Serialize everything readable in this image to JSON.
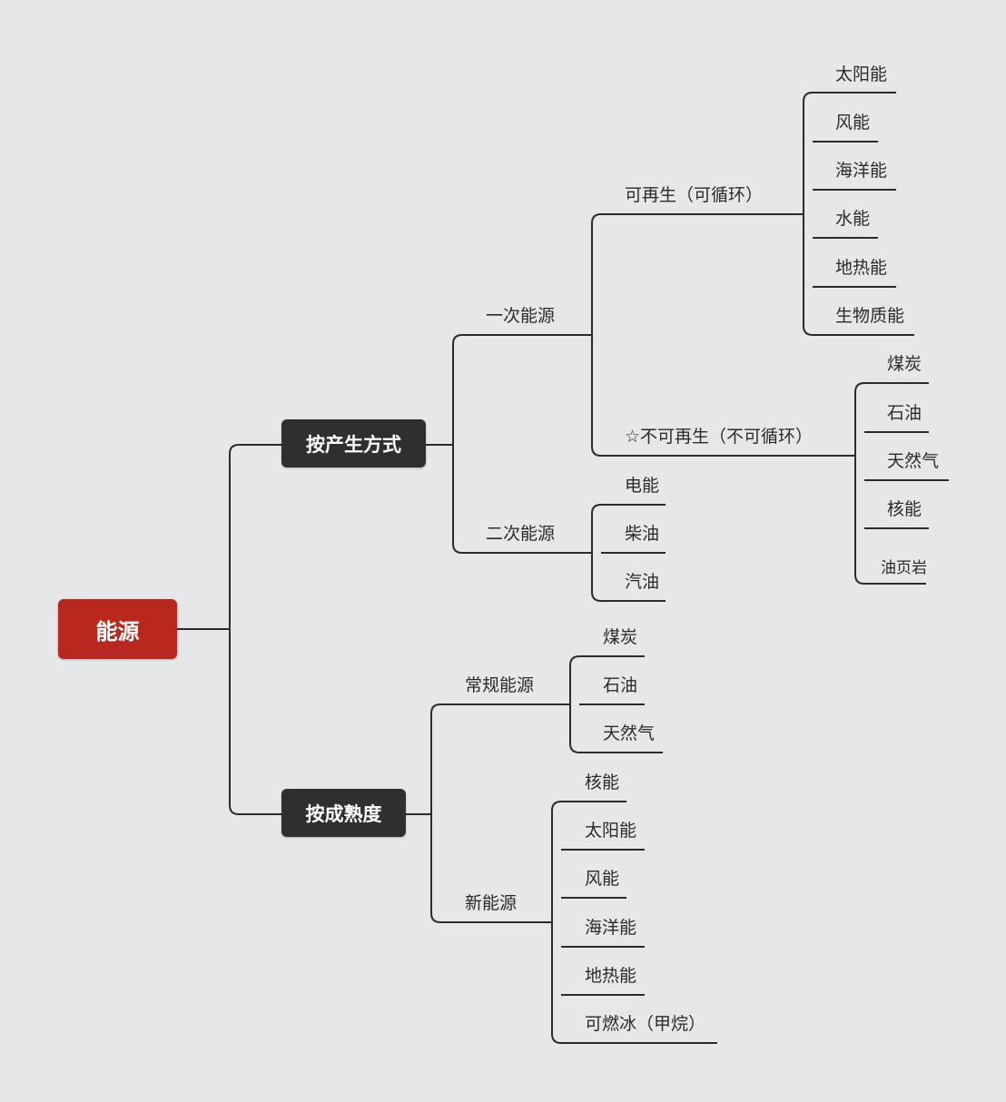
{
  "root": {
    "label": "能源"
  },
  "branches": {
    "method": {
      "label": "按产生方式",
      "primary": {
        "label": "一次能源",
        "renewable": {
          "label": "可再生（可循环）",
          "items": [
            "太阳能",
            "风能",
            "海洋能",
            "水能",
            "地热能",
            "生物质能"
          ]
        },
        "nonrenewable": {
          "label": "☆不可再生（不可循环）",
          "items": [
            "煤炭",
            "石油",
            "天然气",
            "核能",
            "油页岩"
          ]
        }
      },
      "secondary": {
        "label": "二次能源",
        "items": [
          "电能",
          "柴油",
          "汽油"
        ]
      }
    },
    "maturity": {
      "label": "按成熟度",
      "conventional": {
        "label": "常规能源",
        "items": [
          "煤炭",
          "石油",
          "天然气"
        ]
      },
      "new": {
        "label": "新能源",
        "items": [
          "核能",
          "太阳能",
          "风能",
          "海洋能",
          "地热能",
          "可燃冰（甲烷）"
        ]
      }
    }
  },
  "colors": {
    "background": "#e6e7e9",
    "root_fill": "#b8281e",
    "branch_fill": "#2f2f2d",
    "line": "#2b2b2b",
    "text": "#2b2b2b"
  }
}
